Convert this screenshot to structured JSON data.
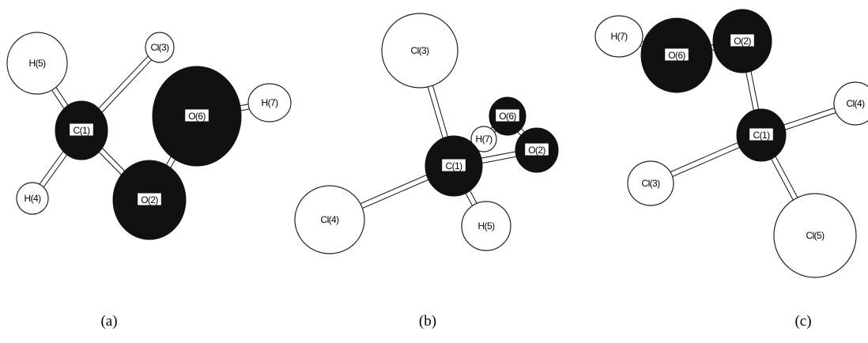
{
  "panels": [
    {
      "caption": "(a)",
      "atoms": [
        {
          "id": "H(5)",
          "label": "H(5)",
          "kind": "light"
        },
        {
          "id": "Cl(3)",
          "label": "Cl(3)",
          "kind": "light"
        },
        {
          "id": "C(1)",
          "label": "C(1)",
          "kind": "dark"
        },
        {
          "id": "O(6)",
          "label": "O(6)",
          "kind": "dark"
        },
        {
          "id": "H(7)",
          "label": "H(7)",
          "kind": "light"
        },
        {
          "id": "H(4)",
          "label": "H(4)",
          "kind": "light"
        },
        {
          "id": "O(2)",
          "label": "O(2)",
          "kind": "dark"
        }
      ],
      "bonds": [
        [
          "C(1)",
          "H(5)"
        ],
        [
          "C(1)",
          "Cl(3)"
        ],
        [
          "C(1)",
          "H(4)"
        ],
        [
          "C(1)",
          "O(2)"
        ],
        [
          "O(2)",
          "O(6)"
        ],
        [
          "O(6)",
          "H(7)"
        ]
      ]
    },
    {
      "caption": "(b)",
      "atoms": [
        {
          "id": "Cl(3)",
          "label": "Cl(3)",
          "kind": "light"
        },
        {
          "id": "O(6)",
          "label": "O(6)",
          "kind": "dark"
        },
        {
          "id": "H(7)",
          "label": "H(7)",
          "kind": "light"
        },
        {
          "id": "C(1)",
          "label": "C(1)",
          "kind": "dark"
        },
        {
          "id": "O(2)",
          "label": "O(2)",
          "kind": "dark"
        },
        {
          "id": "Cl(4)",
          "label": "Cl(4)",
          "kind": "light"
        },
        {
          "id": "H(5)",
          "label": "H(5)",
          "kind": "light"
        }
      ],
      "bonds": [
        [
          "C(1)",
          "Cl(3)"
        ],
        [
          "C(1)",
          "O(2)"
        ],
        [
          "O(2)",
          "O(6)"
        ],
        [
          "O(6)",
          "H(7)"
        ],
        [
          "C(1)",
          "Cl(4)"
        ],
        [
          "C(1)",
          "H(5)"
        ]
      ]
    },
    {
      "caption": "(c)",
      "atoms": [
        {
          "id": "H(7)",
          "label": "H(7)",
          "kind": "light"
        },
        {
          "id": "O(6)",
          "label": "O(6)",
          "kind": "dark"
        },
        {
          "id": "O(2)",
          "label": "O(2)",
          "kind": "dark"
        },
        {
          "id": "Cl(4)",
          "label": "Cl(4)",
          "kind": "light"
        },
        {
          "id": "C(1)",
          "label": "C(1)",
          "kind": "dark"
        },
        {
          "id": "Cl(3)",
          "label": "Cl(3)",
          "kind": "light"
        },
        {
          "id": "Cl(5)",
          "label": "Cl(5)",
          "kind": "light"
        }
      ],
      "bonds": [
        [
          "H(7)",
          "O(6)"
        ],
        [
          "O(6)",
          "O(2)"
        ],
        [
          "O(2)",
          "C(1)"
        ],
        [
          "C(1)",
          "Cl(4)"
        ],
        [
          "C(1)",
          "Cl(3)"
        ],
        [
          "C(1)",
          "Cl(5)"
        ]
      ]
    }
  ],
  "colors": {
    "dark_atom": "#111111",
    "light_atom": "#ffffff",
    "bond_outline": "#111111"
  }
}
